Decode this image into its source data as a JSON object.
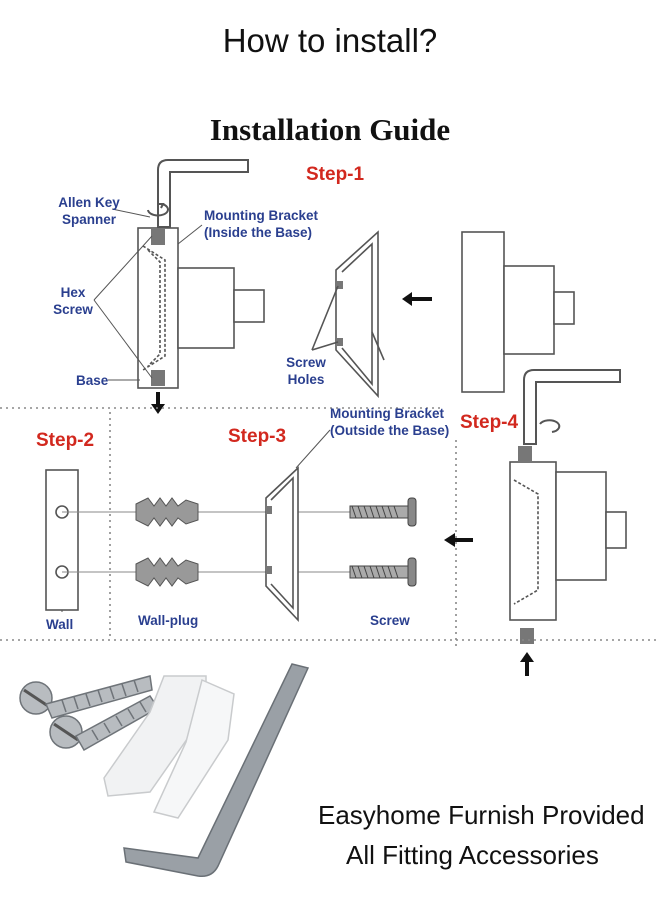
{
  "header": {
    "title": "How to install?"
  },
  "guide": {
    "title": "Installation Guide",
    "steps": [
      "Step-1",
      "Step-2",
      "Step-3",
      "Step-4"
    ],
    "labels": {
      "allen_key": "Allen Key Spanner",
      "mounting_inside": "Mounting Bracket (Inside the Base)",
      "hex_screw": "Hex Screw",
      "base": "Base",
      "screw_holes": "Screw Holes",
      "mounting_outside": "Mounting Bracket (Outside the Base)",
      "wall": "Wall",
      "wall_plug": "Wall-plug",
      "screw": "Screw"
    }
  },
  "caption": {
    "line1": "Easyhome Furnish Provided",
    "line2": "All Fitting Accessories"
  },
  "colors": {
    "step": "#d2281e",
    "label": "#2a3f8f",
    "line": "#6a6a6a"
  }
}
